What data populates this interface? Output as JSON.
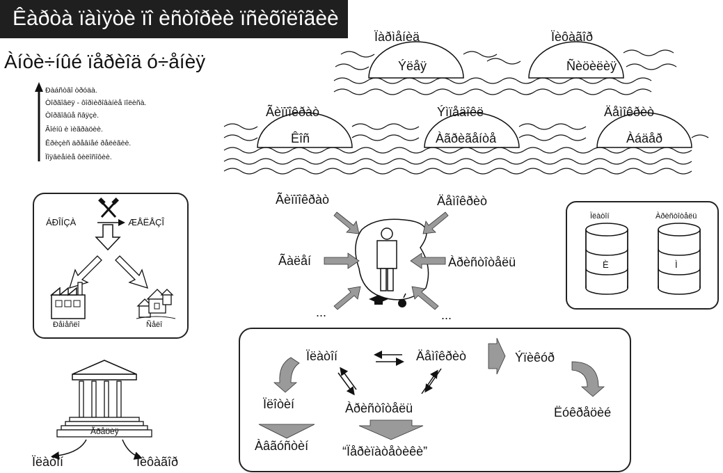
{
  "header": {
    "title": "Êàðòà ïàìÿòè ïî èñòîðèè ïñèõîëîãèè",
    "subtitle": "Àíòè÷íûé ïåðèîä ó÷åíèÿ"
  },
  "factors": [
    "Ðàáñòâî òðóäà.",
    "Òîðãîâëÿ - ôîðìèðîâàíèå ïîëèñà.",
    "Òîðãîâûå ñâÿçè.",
    "Âîéíû è ìèãðàöèè.",
    "Êðèçèñ äðåâíåé ðåëèãèè.",
    "Ïîÿâëåíèå ôèëîñîôèè."
  ],
  "schools": {
    "top": [
      {
        "philosopher": "Ïàðìåíèä",
        "school": "Ýëåÿ"
      },
      {
        "philosopher": "Ïèôàãîð",
        "school": "Ñèöèëèÿ"
      }
    ],
    "bottom": [
      {
        "philosopher": "Ãèïïîêðàò",
        "school": "Êîñ"
      },
      {
        "philosopher": "Ýìïåäîêë",
        "school": "Àãðèãåíòå"
      },
      {
        "philosopher": "Äåìîêðèò",
        "school": "Àáäåð"
      }
    ]
  },
  "economy": {
    "from": "ÁÐÎÍÇÀ",
    "to": "ÆÅËÅÇÎ",
    "left": "Ðåìåñëî",
    "right": "Ñåëî"
  },
  "temple": {
    "label": "Ãðåöèÿ",
    "left": "Ïëàòîí",
    "right": "Ïèôàãîð"
  },
  "human": {
    "top_left": "Ãèïïîêðàò",
    "top_right": "Äåìîêðèò",
    "mid_left": "Ãàëåí",
    "mid_right": "Àðèñòîòåëü",
    "bottom_left": "...",
    "bottom_right": "..."
  },
  "cylinders": {
    "left_label": "Ïëàòîí",
    "right_label": "Àðèñòîòåëü",
    "left_inner": "È",
    "right_inner": "Ì"
  },
  "relations": {
    "platon": "Ïëàòîí",
    "demokrit": "Äåìîêðèò",
    "aristotel": "Àðèñòîòåëü",
    "epikur": "Ýïèêóð",
    "plotin": "Ïëîòèí",
    "avgustin": "Àâãóñòèí",
    "peripatetics": "“Ïåðèïàòåòèêè”",
    "lukretsiy": "Ëóêðåöèé"
  }
}
